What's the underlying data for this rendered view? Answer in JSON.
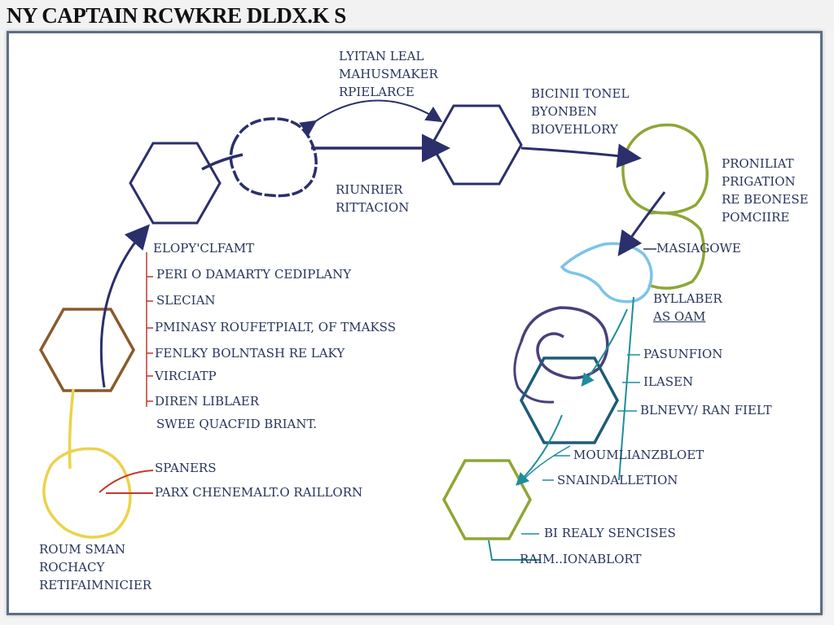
{
  "title": "NY CAPTAIN RCWKRE DLDX.K S",
  "colors": {
    "navy": "#2b2f6b",
    "brown": "#8a5a2b",
    "yellow": "#ecd24a",
    "green": "#8ea635",
    "teal": "#1f8d9a",
    "light_blue": "#7cc4e6",
    "purple": "#4a3f7a",
    "red": "#c0392b",
    "dark_teal": "#1f5b78"
  },
  "top_center_labels": [
    "LYITAN LEAL",
    "MAHUSMAKER",
    "RPIELARCE"
  ],
  "top_right_labels": [
    "BICINII TONEL",
    "BYONBEN",
    "BIOVEHLORY"
  ],
  "mid_label": [
    "RIUNRIER",
    "RITTACION"
  ],
  "right_labels": [
    "PRONILIAT",
    "PRIGATION",
    "RE BEONESE",
    "POMCIIRE"
  ],
  "left_list": [
    "ELOPY'CLFAMT",
    "PERI O DAMARTY CEDIPLANY",
    "SLECIAN",
    "PMINASY ROUFETPIALT, OF TMAKSS",
    "FENLKY BOLNTASH RE LAKY",
    "VIRCIATP",
    "DIREN LIBLAER",
    "SWEE QUACFID BRIANT."
  ],
  "spanners": [
    "SPANERS",
    "PARX CHENEMALT.O RAILLORN"
  ],
  "bottom_left": [
    "ROUM SMAN",
    "ROCHACY",
    "RETIFAIMNICIER"
  ],
  "right_side_labels": {
    "masiagowe": "MASIAGOWE",
    "byllaber": [
      "BYLLABER",
      "AS OAM"
    ],
    "pasunfion": "PASUNFION",
    "ilasen": "ILASEN",
    "blnevy": "BLNEVY/ RAN FIELT",
    "moumlianbloet": "MOUMLIANZBLOET",
    "snaindalletion": "SNAINDALLETION",
    "bi_realy": "BI REALY SENCISES",
    "raim": "RAIM..IONABLORT"
  }
}
